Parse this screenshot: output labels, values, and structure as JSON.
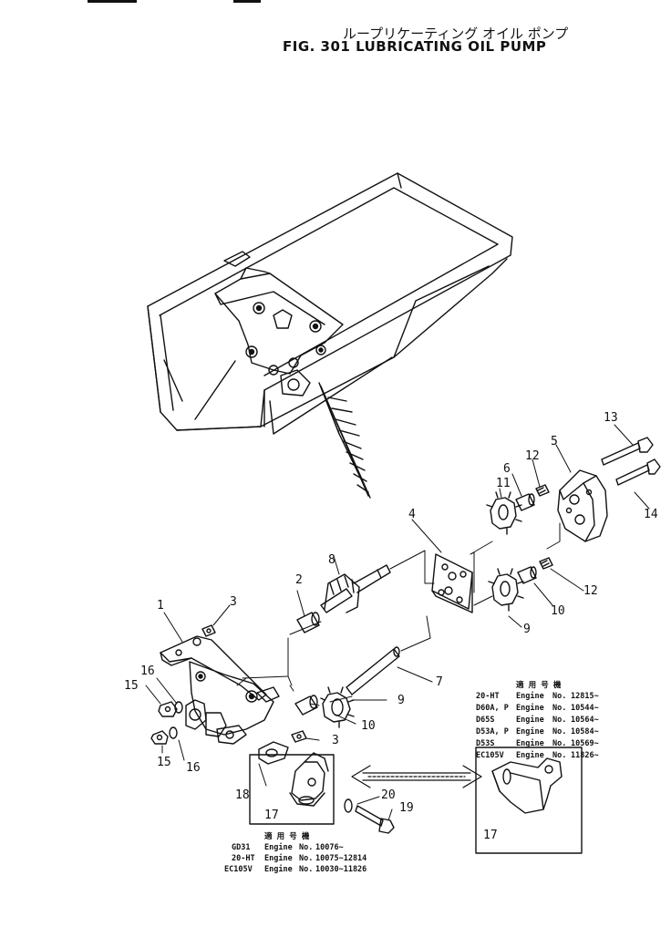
{
  "title": {
    "jp": "ループリケーティング オイル ポンプ",
    "en": "FIG. 301  LUBRICATING  OIL  PUMP"
  },
  "callouts": [
    "1",
    "2",
    "3",
    "3",
    "4",
    "5",
    "6",
    "7",
    "8",
    "9",
    "9",
    "10",
    "10",
    "11",
    "12",
    "12",
    "13",
    "14",
    "15",
    "15",
    "16",
    "16",
    "17",
    "17",
    "18",
    "19",
    "20"
  ],
  "applicability_right": {
    "header": "適 用 号 機",
    "rows": [
      {
        "model": "20-HT",
        "label": "Engine",
        "no": "No.",
        "range": "12815~"
      },
      {
        "model": "D60A, P",
        "label": "Engine",
        "no": "No.",
        "range": "10544~"
      },
      {
        "model": "D65S",
        "label": "Engine",
        "no": "No.",
        "range": "10564~"
      },
      {
        "model": "D53A, P",
        "label": "Engine",
        "no": "No.",
        "range": "10584~"
      },
      {
        "model": "D53S",
        "label": "Engine",
        "no": "No.",
        "range": "10569~"
      },
      {
        "model": "EC105V",
        "label": "Engine",
        "no": "No.",
        "range": "11826~"
      }
    ]
  },
  "applicability_left": {
    "header": "適 用 号 機",
    "rows": [
      {
        "model": "GD31",
        "label": "Engine",
        "no": "No.",
        "range": "10076~"
      },
      {
        "model": "20-HT",
        "label": "Engine",
        "no": "No.",
        "range": "10075~12814"
      },
      {
        "model": "EC105V",
        "label": "Engine",
        "no": "No.",
        "range": "10030~11826"
      }
    ]
  }
}
